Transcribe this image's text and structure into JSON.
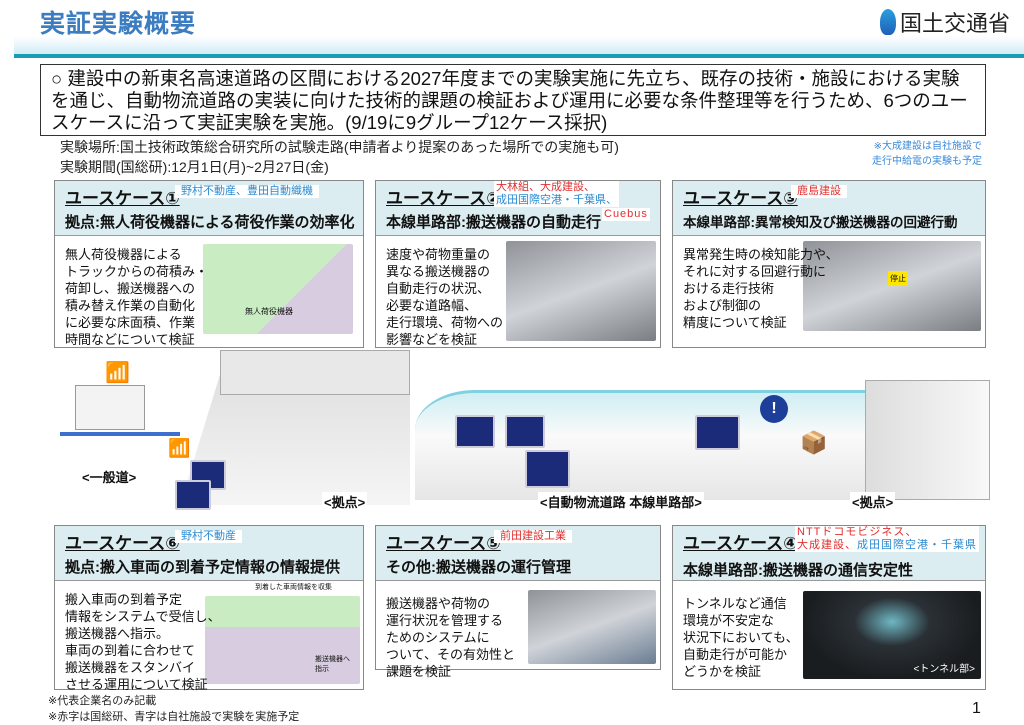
{
  "header": {
    "title": "実証実験概要",
    "logo_text": "国土交通省"
  },
  "intro": "○ 建設中の新東名高速道路の区間における2027年度までの実験実施に先立ち、既存の技術・施設における実験を通じ、自動物流道路の実装に向けた技術的課題の検証および運用に必要な条件整理等を行うため、6つのユースケースに沿って実証実験を実施。(9/19に9グループ12ケース採択)",
  "info": {
    "location": "実験場所:国土技術政策総合研究所の試験走路(申請者より提案のあった場所での実施も可)",
    "period": "実験期間(国総研):12月1日(月)~2月27日(金)",
    "note1": "※大成建設は自社施設で",
    "note2": "走行中給電の実験も予定"
  },
  "cases": [
    {
      "title": "ユースケース①",
      "subtitle": "拠点:無人荷役機器による荷役作業の効率化",
      "company_blue": "野村不動産、豊田自動織機",
      "body": "無人荷役機器による\nトラックからの荷積み・\n荷卸し、搬送機器への\n積み替え作業の自動化\nに必要な床面積、作業\n時間などについて検証",
      "image_label": "無人荷役機器"
    },
    {
      "title": "ユースケース②",
      "subtitle": "本線単路部:搬送機器の自動走行",
      "company_red1": "大林組、大成建設、",
      "company_blue": "成田国際空港・千葉県、",
      "company_red2": "Cuebus",
      "body": "速度や荷物重量の\n異なる搬送機器の\n自動走行の状況、\n必要な道路幅、\n走行環境、荷物への\n影響などを検証"
    },
    {
      "title": "ユースケース③",
      "subtitle": "本線単路部:異常検知及び搬送機器の回避行動",
      "company_red": "鹿島建設",
      "body": "異常発生時の検知能力や、\nそれに対する回避行動に\nおける走行技術\nおよび制御の\n精度について検証",
      "image_label": "停止"
    },
    {
      "title": "ユースケース④",
      "subtitle": "本線単路部:搬送機器の通信安定性",
      "company_red1": "NTTドコモビジネス、",
      "company_red2": "大成建設、",
      "company_blue": "成田国際空港・千葉県",
      "body": "トンネルなど通信\n環境が不安定な\n状況下においても、\n自動走行が可能か\nどうかを検証",
      "image_label": "<トンネル部>"
    },
    {
      "title": "ユースケース⑤",
      "subtitle": "その他:搬送機器の運行管理",
      "company_red": "前田建設工業",
      "body": "搬送機器や荷物の\n運行状況を管理する\nためのシステムに\nついて、その有効性と\n課題を検証"
    },
    {
      "title": "ユースケース⑥",
      "subtitle": "拠点:搬入車両の到着予定情報の情報提供",
      "company_blue": "野村不動産",
      "body": "搬入車両の到着予定\n情報をシステムで受信し、\n搬送機器へ指示。\n車両の到着に合わせて\n搬送機器をスタンバイ\nさせる運用について検証",
      "image_label1": "到着した車両情報を収集",
      "image_label2": "搬送機器へ\n指示"
    }
  ],
  "illustration": {
    "general_road": "<一般道>",
    "base_left": "<拠点>",
    "main_road": "<自動物流道路 本線単路部>",
    "base_right": "<拠点>"
  },
  "footer": {
    "note1": "※代表企業名のみ記載",
    "note2": "※赤字は国総研、青字は自社施設で実験を実施予定",
    "page": "1"
  }
}
